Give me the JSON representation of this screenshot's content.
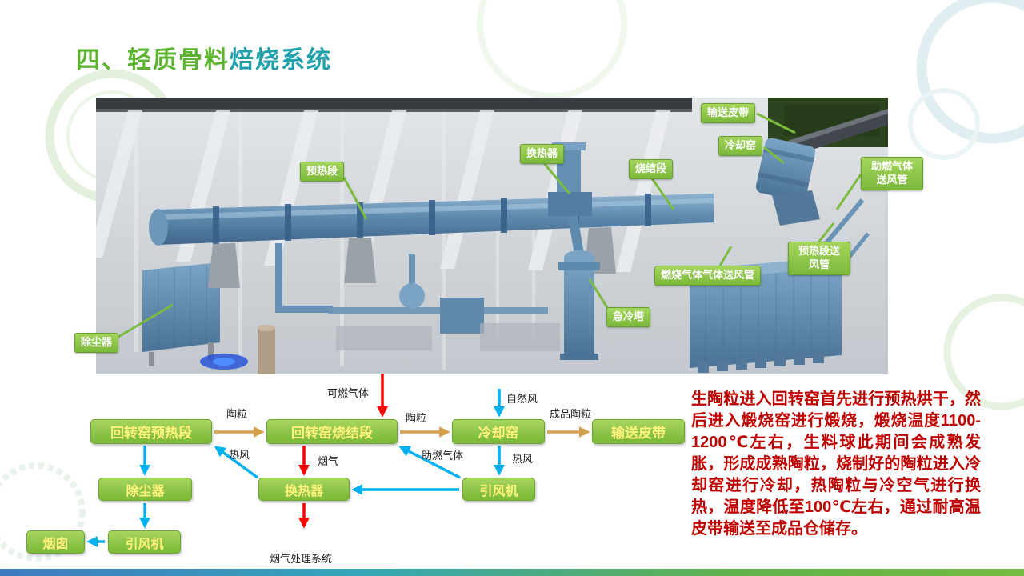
{
  "title": {
    "part1": "四、轻质骨料",
    "part2": "焙烧系统"
  },
  "photo": {
    "labels": [
      {
        "text": "预热段"
      },
      {
        "text": "换热器"
      },
      {
        "text": "烧结段"
      },
      {
        "text": "输送皮带"
      },
      {
        "text": "冷却窑"
      },
      {
        "text": "助燃气体\n送风管"
      },
      {
        "text": "预热段送\n风管"
      },
      {
        "text": "燃烧气体气体送风管"
      },
      {
        "text": "急冷塔"
      },
      {
        "text": "除尘器"
      }
    ]
  },
  "flow": {
    "boxes": [
      {
        "label": "回转窑预热段"
      },
      {
        "label": "回转窑烧结段"
      },
      {
        "label": "冷却窑"
      },
      {
        "label": "输送皮带"
      },
      {
        "label": "除尘器"
      },
      {
        "label": "换热器"
      },
      {
        "label": "引风机"
      },
      {
        "label": "烟囱"
      },
      {
        "label": "引风机"
      }
    ],
    "arrow_labels": [
      {
        "text": "陶粒"
      },
      {
        "text": "可燃气体"
      },
      {
        "text": "陶粒"
      },
      {
        "text": "自然风"
      },
      {
        "text": "成品陶粒"
      },
      {
        "text": "热风"
      },
      {
        "text": "烟气"
      },
      {
        "text": "助燃气体"
      },
      {
        "text": "热风"
      },
      {
        "text": "烟气处理系统"
      }
    ]
  },
  "description": "生陶粒进入回转窑首先进行预热烘干，然后进入煅烧窑进行煅烧，煅烧温度1100-1200℃左右，生料球此期间会成熟发胀，形成成熟陶粒，烧制好的陶粒进入冷却窑进行冷却，热陶粒与冷空气进行换热，温度降低至100℃左右，通过耐高温皮带输送至成品仓储存。",
  "colors": {
    "title_green": "#5CB431",
    "title_teal": "#1FA0AA",
    "callout_green": "#7FBC3C",
    "flow_box_green": "#8DC63F",
    "flow_box_text_yellow": "#FFF27D",
    "description_red": "#BE0000",
    "arrow_cyan": "#00B0F0",
    "arrow_red": "#FF0000",
    "arrow_tan": "#D4A24E"
  }
}
